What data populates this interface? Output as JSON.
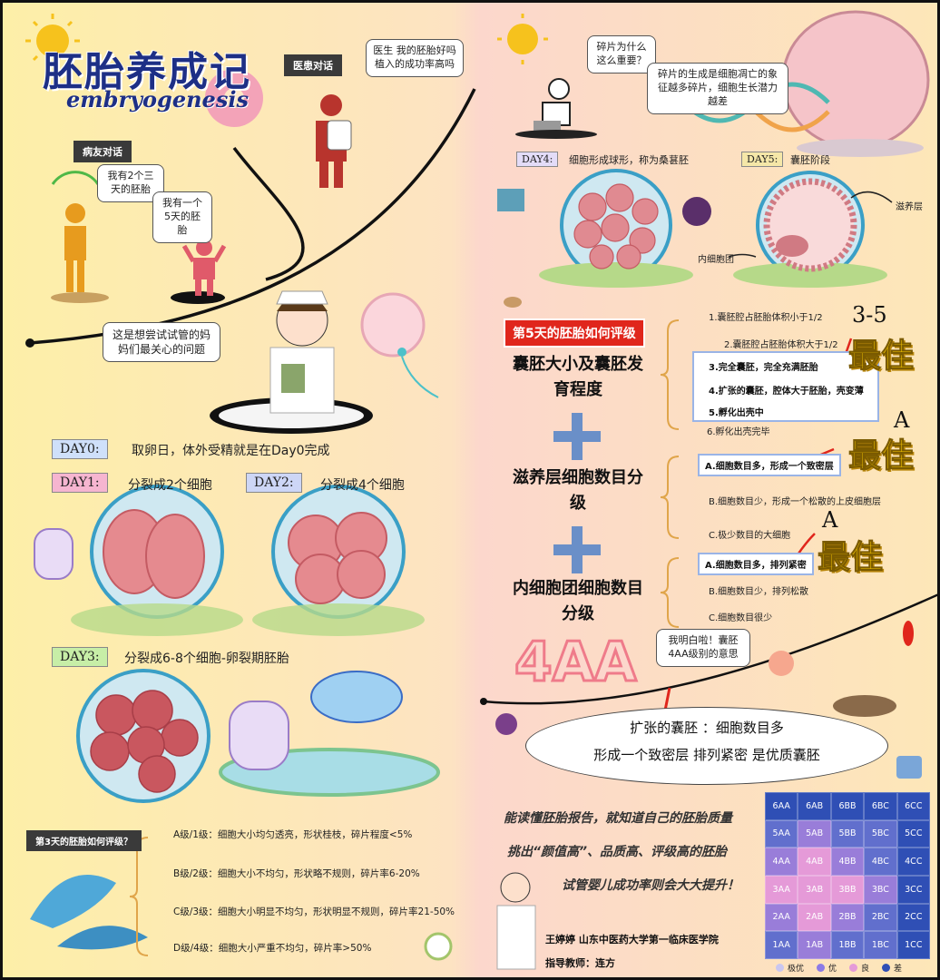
{
  "header": {
    "title": "胚胎养成记",
    "subtitle": "embryogenesis"
  },
  "tags": {
    "doctor_dialog": "医患对话",
    "patient_dialog": "病友对话"
  },
  "bubbles": {
    "doctor_question": "医生 我的胚胎好吗 植入的成功率高吗",
    "patient1": "我有2个三天的胚胎",
    "patient2": "我有一个5天的胚胎",
    "nurse": "这是想尝试试管的妈妈们最关心的问题",
    "fragment_q": "碎片为什么这么重要？",
    "fragment_a": "碎片的生成是细胞凋亡的象征越多碎片，细胞生长潜力越差",
    "understood": "我明白啦！囊胚4AA级别的意思"
  },
  "days": {
    "day0_label": "DAY0:",
    "day0_text": "取卵日，体外受精就是在Day0完成",
    "day1_label": "DAY1:",
    "day1_text": "分裂成2个细胞",
    "day2_label": "DAY2:",
    "day2_text": "分裂成4个细胞",
    "day3_label": "DAY3:",
    "day3_text": "分裂成6-8个细胞-卵裂期胚胎",
    "day4_label": "DAY4:",
    "day4_text": "细胞形成球形，称为桑葚胚",
    "day5_label": "DAY5:",
    "day5_text": "囊胚阶段"
  },
  "blastocyst_labels": {
    "trophoblast": "滋养层",
    "inner_mass": "内细胞团"
  },
  "day3_grading": {
    "tag": "第3天的胚胎如何评级？",
    "grades": [
      "A级/1级：细胞大小均匀透亮，形状桂枝，碎片程度<5%",
      "B级/2级：细胞大小不均匀，形状略不规则，碎片率6-20%",
      "C级/3级：细胞大小明显不均匀，形状明显不规则，碎片率21-50%",
      "D级/4级：细胞大小严重不均匀，碎片率>50%"
    ]
  },
  "day5_grading": {
    "tag": "第5天的胚胎如何评级",
    "section1": "囊胚大小及囊胚发育程度",
    "section2": "滋养层细胞数目分级",
    "section3": "内细胞团细胞数目分级",
    "expansion": [
      "1.囊胚腔占胚胎体积小于1/2",
      "2.囊胚腔占胚胎体积大于1/2",
      "3.完全囊胚，完全充满胚胎",
      "4.扩张的囊胚，腔体大于胚胎，壳变薄",
      "5.孵化出壳中",
      "6.孵化出壳完毕"
    ],
    "troph": [
      "A.细胞数目多，形成一个致密层",
      "B.细胞数目少，形成一个松散的上皮细胞层",
      "C.极少数目的大细胞"
    ],
    "icm": [
      "A.细胞数目多，排列紧密",
      "B.细胞数目少，排列松散",
      "C.细胞数目很少"
    ],
    "best_range": "3-5",
    "best_a1": "A",
    "best_a2": "A",
    "best_word": "最佳",
    "big_label": "4AA"
  },
  "summary": {
    "line1": "扩张的囊胚 ：细胞数目多",
    "line2": "形成一个致密层 排列紧密 是优质囊胚"
  },
  "footer": {
    "line1": "能读懂胚胎报告，就知道自己的胚胎质量",
    "line2": "挑出“颜值高”、品质高、评级高的胚胎",
    "line3": "试管婴儿成功率则会大大提升！",
    "author": "王婷婷 山东中医药大学第一临床医学院",
    "advisor": "指导教师：连方"
  },
  "grid": {
    "cells": [
      "6AA",
      "6AB",
      "6BB",
      "6BC",
      "6CC",
      "5AA",
      "5AB",
      "5BB",
      "5BC",
      "5CC",
      "4AA",
      "4AB",
      "4BB",
      "4BC",
      "4CC",
      "3AA",
      "3AB",
      "3BB",
      "3BC",
      "3CC",
      "2AA",
      "2AB",
      "2BB",
      "2BC",
      "2CC",
      "1AA",
      "1AB",
      "1BB",
      "1BC",
      "1CC"
    ],
    "legend": [
      "极优",
      "优",
      "良",
      "差"
    ],
    "legend_colors": [
      "#c9c6f0",
      "#8c7ae6",
      "#e59ad8",
      "#2f4fb5"
    ]
  }
}
